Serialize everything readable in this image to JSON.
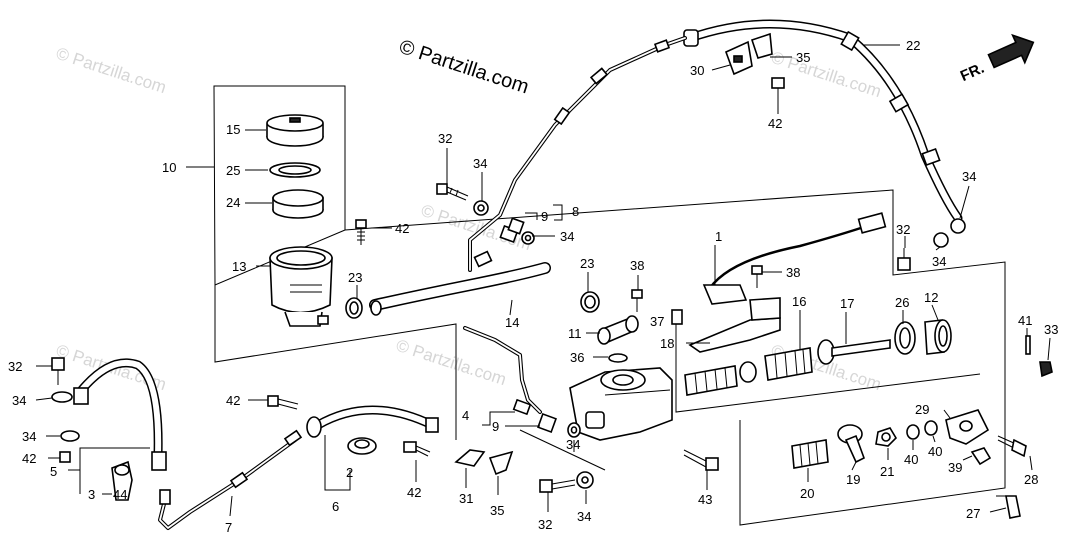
{
  "watermark": {
    "main": "© Partzilla.com",
    "faint": [
      "© Partzilla.com",
      "© Partzilla.com",
      "© Partzilla.com",
      "© Partzilla.com",
      "© Partzilla.com",
      "© Partzilla.com"
    ]
  },
  "direction": {
    "label": "FR."
  },
  "callouts": {
    "c1": "1",
    "c2": "2",
    "c3": "3",
    "c4": "4",
    "c5": "5",
    "c6": "6",
    "c7": "7",
    "c8": "8",
    "c9a": "9",
    "c9b": "9",
    "c10": "10",
    "c11": "11",
    "c12": "12",
    "c13": "13",
    "c14": "14",
    "c15": "15",
    "c16": "16",
    "c17": "17",
    "c18": "18",
    "c19": "19",
    "c20": "20",
    "c21": "21",
    "c22": "22",
    "c23a": "23",
    "c23b": "23",
    "c24": "24",
    "c25": "25",
    "c26": "26",
    "c27": "27",
    "c28": "28",
    "c29": "29",
    "c30": "30",
    "c31": "31",
    "c32a": "32",
    "c32b": "32",
    "c32c": "32",
    "c32d": "32",
    "c33": "33",
    "c34a": "34",
    "c34b": "34",
    "c34c": "34",
    "c34d": "34",
    "c34e": "34",
    "c34f": "34",
    "c34g": "34",
    "c34h": "34",
    "c34i": "34",
    "c35a": "35",
    "c35b": "35",
    "c36": "36",
    "c37": "37",
    "c38a": "38",
    "c38b": "38",
    "c39": "39",
    "c40a": "40",
    "c40b": "40",
    "c41": "41",
    "c42a": "42",
    "c42b": "42",
    "c42c": "42",
    "c42d": "42",
    "c42e": "42",
    "c43": "43",
    "c44": "44"
  }
}
